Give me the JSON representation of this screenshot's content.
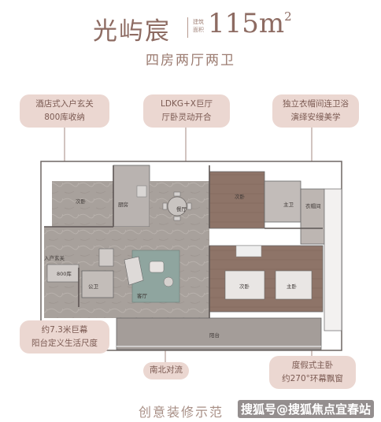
{
  "title": {
    "name": "光屿宸",
    "small_line1": "建筑",
    "small_line2": "面积",
    "area": "115m",
    "area_sup": "2"
  },
  "subtitle": "四房两厅两卫",
  "callouts": [
    {
      "lines": [
        "酒店式入户玄关",
        "800库收纳"
      ]
    },
    {
      "lines": [
        "LDKG+X巨厅",
        "厅卧灵动开合"
      ]
    },
    {
      "lines": [
        "独立衣帽间连卫浴",
        "演绎安缦美学"
      ]
    },
    {
      "lines": [
        "约7.3米巨幕",
        "阳台定义生活尺度"
      ]
    },
    {
      "lines": [
        "南北对流"
      ]
    },
    {
      "lines": [
        "度假式主卧",
        "约270°环幕飘窗"
      ]
    }
  ],
  "rooms": {
    "bedroom_a": "次卧",
    "kitchen": "厨房",
    "dining": "餐厅",
    "bedroom_b": "次卧",
    "bath_master": "主卫",
    "closet": "衣帽间",
    "entry": "入户玄关",
    "cabinet": "800库",
    "bath_guest": "公卫",
    "living": "客厅",
    "bedroom_c": "次卧",
    "master": "主卧",
    "balcony": "阳台"
  },
  "colors": {
    "accent": "#8d6b62",
    "callout_bg": "#ebd7d1",
    "floor": "#8f8783",
    "marble": "#a59d98"
  },
  "footer": {
    "text": "创意装修示范",
    "watermark": "搜狐号@搜狐焦点宜春站"
  }
}
